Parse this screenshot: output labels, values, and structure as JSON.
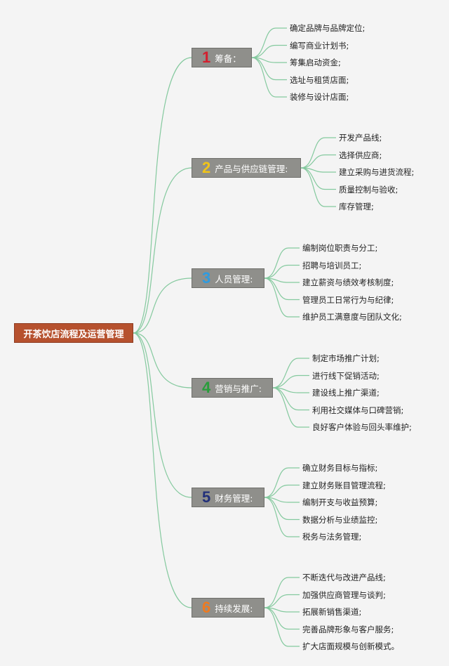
{
  "root": {
    "label": "开茶饮店流程及运营管理"
  },
  "branches": [
    {
      "number": "1",
      "color": "#d3202f",
      "label": "筹备：",
      "items": [
        "确定品牌与品牌定位;",
        "编写商业计划书;",
        "筹集启动资金;",
        "选址与租赁店面;",
        "装修与设计店面;"
      ]
    },
    {
      "number": "2",
      "color": "#f0c419",
      "label": "产品与供应链管理:",
      "items": [
        "开发产品线;",
        "选择供应商;",
        "建立采购与进货流程;",
        "质量控制与验收;",
        "库存管理;"
      ]
    },
    {
      "number": "3",
      "color": "#2f9be0",
      "label": "人员管理:",
      "items": [
        "编制岗位职责与分工;",
        "招聘与培训员工;",
        "建立薪资与绩效考核制度;",
        "管理员工日常行为与纪律;",
        "维护员工满意度与团队文化;"
      ]
    },
    {
      "number": "4",
      "color": "#2a9d3c",
      "label": "营销与推广:",
      "items": [
        "制定市场推广计划;",
        "进行线下促销活动;",
        "建设线上推广渠道;",
        "利用社交媒体与口碑营销;",
        "良好客户体验与回头率维护;"
      ]
    },
    {
      "number": "5",
      "color": "#22307a",
      "label": "财务管理:",
      "items": [
        "确立财务目标与指标;",
        "建立财务账目管理流程;",
        "编制开支与收益预算;",
        "数据分析与业绩监控;",
        "税务与法务管理;"
      ]
    },
    {
      "number": "6",
      "color": "#ef7a1f",
      "label": "持续发展:",
      "items": [
        "不断迭代与改进产品线;",
        "加强供应商管理与谈判;",
        "拓展新销售渠道;",
        "完善品牌形象与客户服务;",
        "扩大店面规模与创新模式。"
      ]
    }
  ],
  "link_color": "#84c99e",
  "root_color": "#b6512e",
  "branch_color": "#8f8f8b"
}
